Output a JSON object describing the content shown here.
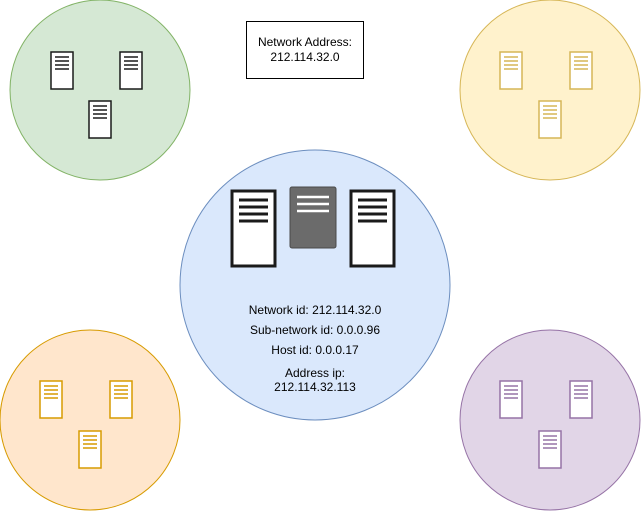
{
  "network_box": {
    "title": "Network Address:",
    "value": "212.114.32.0"
  },
  "center": {
    "network_id": "Network id: 212.114.32.0",
    "subnetwork_id": "Sub-network id: 0.0.0.96",
    "host_id": "Host id: 0.0.0.17",
    "address_label": "Address ip:",
    "address_value": "212.114.32.113"
  },
  "colors": {
    "green": {
      "fill": "#d5e8d4",
      "stroke": "#82b366"
    },
    "yellow": {
      "fill": "#fff2cc",
      "stroke": "#d6b656"
    },
    "blue": {
      "fill": "#dae8fc",
      "stroke": "#6c8ebf"
    },
    "orange": {
      "fill": "#ffe6cc",
      "stroke": "#d79b00"
    },
    "purple": {
      "fill": "#e1d5e7",
      "stroke": "#9673a6"
    },
    "server_dark": "#1a1a1a",
    "server_gray": "#6b6b6b"
  },
  "groups": [
    {
      "name": "green-group",
      "color": "green",
      "server_color": "#1a1a1a",
      "server_count": 3
    },
    {
      "name": "yellow-group",
      "color": "yellow",
      "server_color": "#d6b656",
      "server_count": 3
    },
    {
      "name": "orange-group",
      "color": "orange",
      "server_color": "#d79b00",
      "server_count": 3
    },
    {
      "name": "purple-group",
      "color": "purple",
      "server_color": "#9673a6",
      "server_count": 3
    }
  ]
}
